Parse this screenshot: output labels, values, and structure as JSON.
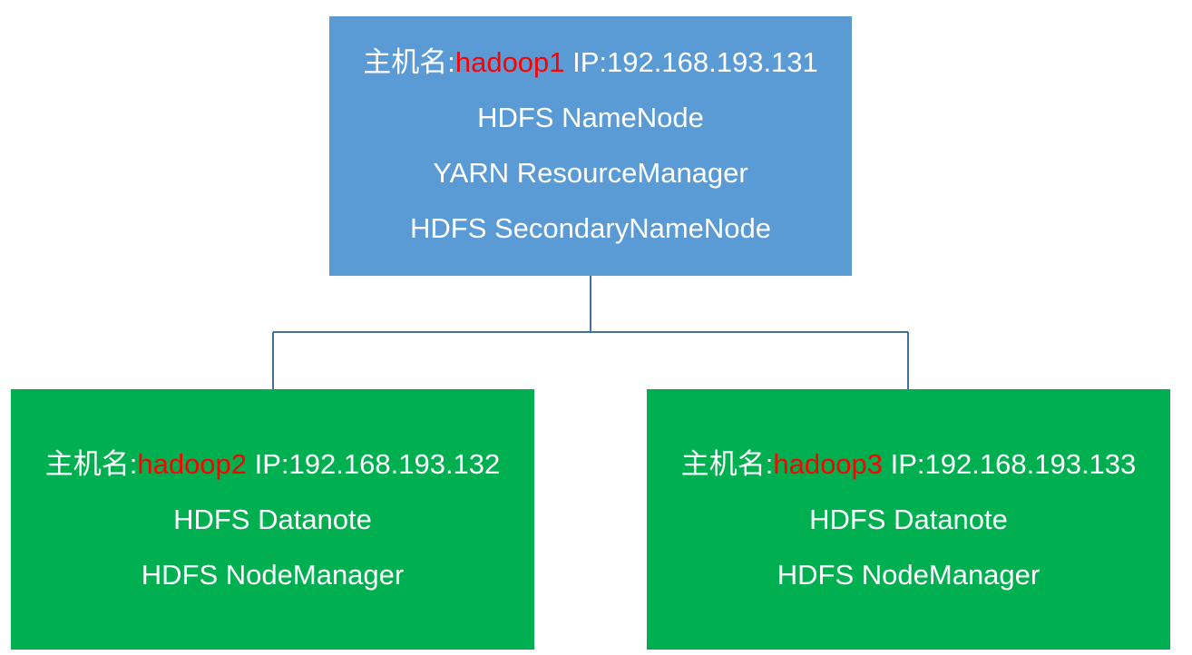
{
  "colors": {
    "master_fill": "#5b9bd5",
    "worker_fill": "#00b050",
    "text": "#ffffff",
    "hostname": "#ff0000",
    "connector": "#41719c"
  },
  "master": {
    "host_prefix": "主机名:",
    "hostname": "hadoop1",
    "ip_label": " IP:192.168.193.131",
    "roles": [
      "HDFS NameNode",
      "YARN ResourceManager",
      "HDFS SecondaryNameNode"
    ]
  },
  "workers": [
    {
      "host_prefix": "主机名:",
      "hostname": "hadoop2",
      "ip_label": " IP:192.168.193.132",
      "roles": [
        "HDFS Datanote",
        "HDFS NodeManager"
      ]
    },
    {
      "host_prefix": "主机名:",
      "hostname": "hadoop3",
      "ip_label": " IP:192.168.193.133",
      "roles": [
        "HDFS Datanote",
        "HDFS NodeManager"
      ]
    }
  ]
}
